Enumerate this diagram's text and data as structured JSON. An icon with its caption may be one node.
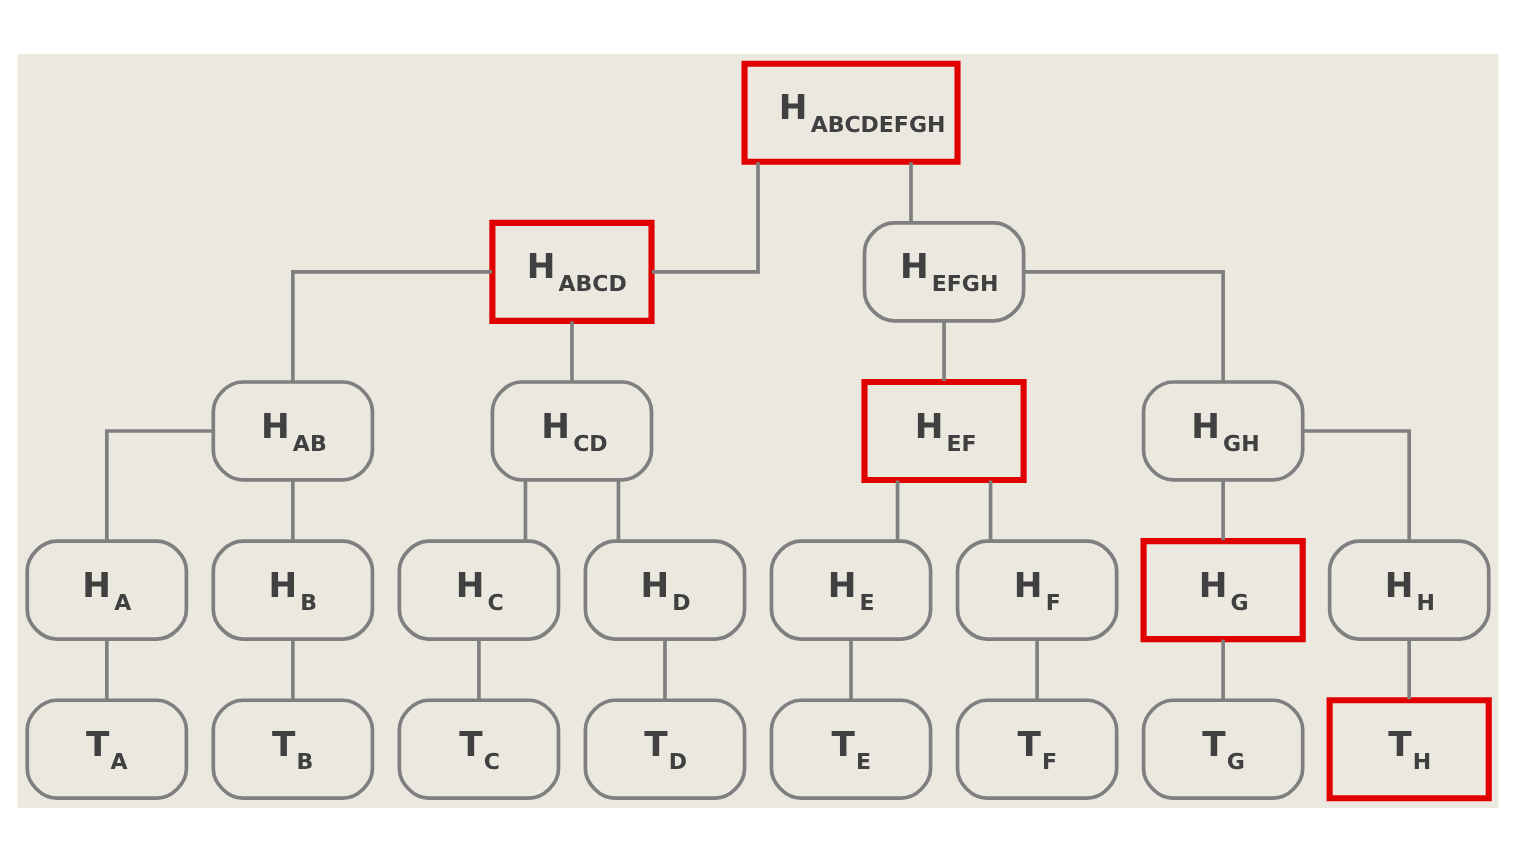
{
  "diagram": {
    "nodes": [
      {
        "text": [
          "H$_{ABCDEFGH}$"
        ]
      },
      {
        "text": [
          "H$_{ABCD}$"
        ]
      },
      {
        "text": [
          "H$_{EFGH}$"
        ]
      },
      {
        "text": [
          "H$_{AB}$"
        ]
      },
      {
        "text": [
          "H$_{CD}$"
        ]
      },
      {
        "text": [
          "H$_{EF}$"
        ]
      },
      {
        "text": [
          "H$_{GH}$"
        ]
      },
      {
        "text": [
          "H$_{A}$"
        ]
      },
      {
        "text": [
          "H$_{B}$"
        ]
      },
      {
        "text": [
          "H$_{C}$"
        ]
      },
      {
        "text": [
          "H$_{D}$"
        ]
      },
      {
        "text": [
          "H$_{E}$"
        ]
      },
      {
        "text": [
          "H$_{F}$"
        ]
      },
      {
        "text": [
          "H$_{G}$"
        ]
      },
      {
        "text": [
          "H$_{H}$"
        ]
      },
      {
        "text": [
          "T$_{A}$"
        ]
      },
      {
        "text": [
          "T$_{B}$"
        ]
      },
      {
        "text": [
          "T$_{C}$"
        ]
      },
      {
        "text": [
          "T$_{D}$"
        ]
      },
      {
        "text": [
          "T$_{E}$"
        ]
      },
      {
        "text": [
          "T$_{F}$"
        ]
      },
      {
        "text": [
          "T$_{G}$"
        ]
      },
      {
        "text": [
          "T$_{H}$"
        ]
      }
    ],
    "edges": [
      {
        "from": 0,
        "to": 1,
        "arrow": "none"
      },
      {
        "from": 0,
        "to": 2,
        "arrow": "none"
      },
      {
        "from": 1,
        "to": 3,
        "arrow": "none"
      },
      {
        "from": 1,
        "to": 4,
        "arrow": "none"
      },
      {
        "from": 2,
        "to": 5,
        "arrow": "none"
      },
      {
        "from": 2,
        "to": 6,
        "arrow": "none"
      },
      {
        "from": 3,
        "to": 7,
        "arrow": "none"
      },
      {
        "from": 3,
        "to": 8,
        "arrow": "none"
      },
      {
        "from": 4,
        "to": 9,
        "arrow": "none"
      },
      {
        "from": 4,
        "to": 10,
        "arrow": "none"
      },
      {
        "from": 5,
        "to": 11,
        "arrow": "none"
      },
      {
        "from": 5,
        "to": 12,
        "arrow": "none"
      },
      {
        "from": 6,
        "to": 13,
        "arrow": "none"
      },
      {
        "from": 6,
        "to": 14,
        "arrow": "none"
      },
      {
        "from": 7,
        "to": 15,
        "arrow": "none"
      },
      {
        "from": 8,
        "to": 16,
        "arrow": "none"
      },
      {
        "from": 9,
        "to": 17,
        "arrow": "none"
      },
      {
        "from": 10,
        "to": 18,
        "arrow": "none"
      },
      {
        "from": 11,
        "to": 19,
        "arrow": "none"
      },
      {
        "from": 12,
        "to": 20,
        "arrow": "none"
      },
      {
        "from": 13,
        "to": 21,
        "arrow": "none"
      },
      {
        "from": 14,
        "to": 22,
        "arrow": "none"
      }
    ]
  }
}
